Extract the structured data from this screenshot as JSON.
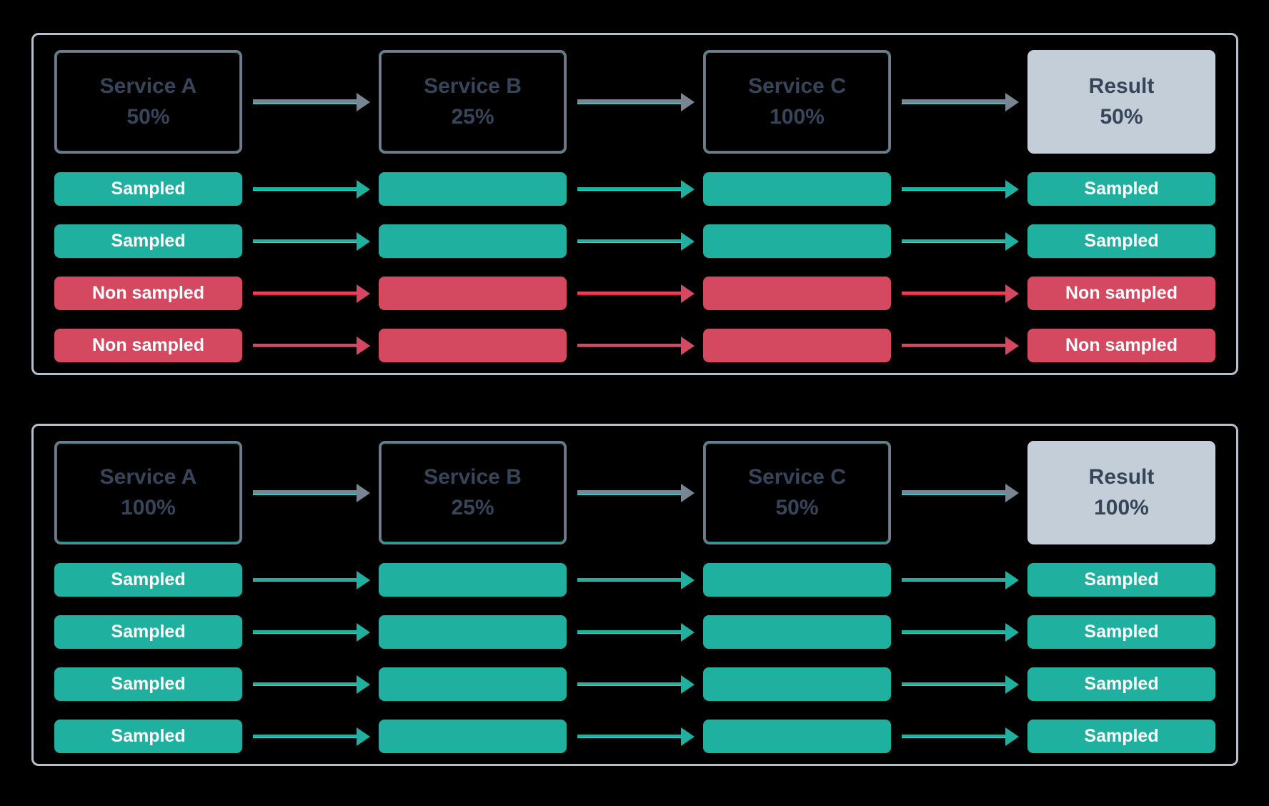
{
  "colors": {
    "background": "#000000",
    "teal": "#1fb0a0",
    "red": "#d4495f",
    "result_fill": "#c4ced8",
    "panel_border": "#b5c0cc",
    "service_box_border": "#717c8b",
    "service_box_inner_line": "#17e0d2",
    "dark_text": "#36455a",
    "arrow_gray": "#7a8593",
    "bar_text": "#ffffff"
  },
  "panels": [
    {
      "services": [
        {
          "name": "Service A",
          "rate": "50%"
        },
        {
          "name": "Service B",
          "rate": "25%"
        },
        {
          "name": "Service C",
          "rate": "100%"
        },
        {
          "name": "Result",
          "rate": "50%"
        }
      ],
      "rows": [
        {
          "status": "sampled",
          "label_left": "Sampled",
          "label_right": "Sampled"
        },
        {
          "status": "sampled",
          "label_left": "Sampled",
          "label_right": "Sampled"
        },
        {
          "status": "non-sampled",
          "label_left": "Non sampled",
          "label_right": "Non sampled"
        },
        {
          "status": "non-sampled",
          "label_left": "Non sampled",
          "label_right": "Non sampled"
        }
      ]
    },
    {
      "services": [
        {
          "name": "Service A",
          "rate": "100%"
        },
        {
          "name": "Service B",
          "rate": "25%"
        },
        {
          "name": "Service C",
          "rate": "50%"
        },
        {
          "name": "Result",
          "rate": "100%"
        }
      ],
      "rows": [
        {
          "status": "sampled",
          "label_left": "Sampled",
          "label_right": "Sampled"
        },
        {
          "status": "sampled",
          "label_left": "Sampled",
          "label_right": "Sampled"
        },
        {
          "status": "sampled",
          "label_left": "Sampled",
          "label_right": "Sampled"
        },
        {
          "status": "sampled",
          "label_left": "Sampled",
          "label_right": "Sampled"
        }
      ]
    }
  ]
}
